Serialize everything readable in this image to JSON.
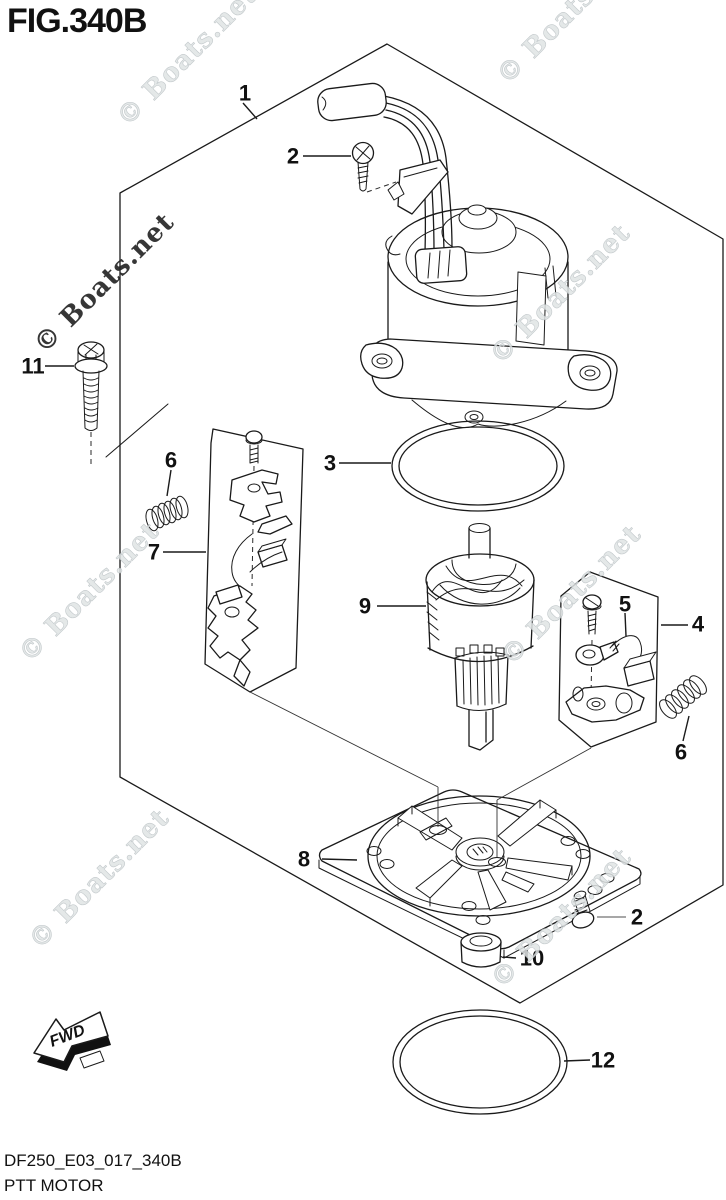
{
  "figure": {
    "title": "FIG.340B"
  },
  "footer": {
    "part_code": "DF250_E03_017_340B",
    "figure_name": "PTT MOTOR"
  },
  "watermark": {
    "text": "© Boats.net"
  },
  "direction_arrow": {
    "label": "FWD"
  },
  "callouts": [
    {
      "label": "1"
    },
    {
      "label": "2"
    },
    {
      "label": "11"
    },
    {
      "label": "6"
    },
    {
      "label": "7"
    },
    {
      "label": "3"
    },
    {
      "label": "9"
    },
    {
      "label": "5"
    },
    {
      "label": "4"
    },
    {
      "label": "6"
    },
    {
      "label": "8"
    },
    {
      "label": "2"
    },
    {
      "label": "10"
    },
    {
      "label": "12"
    }
  ]
}
